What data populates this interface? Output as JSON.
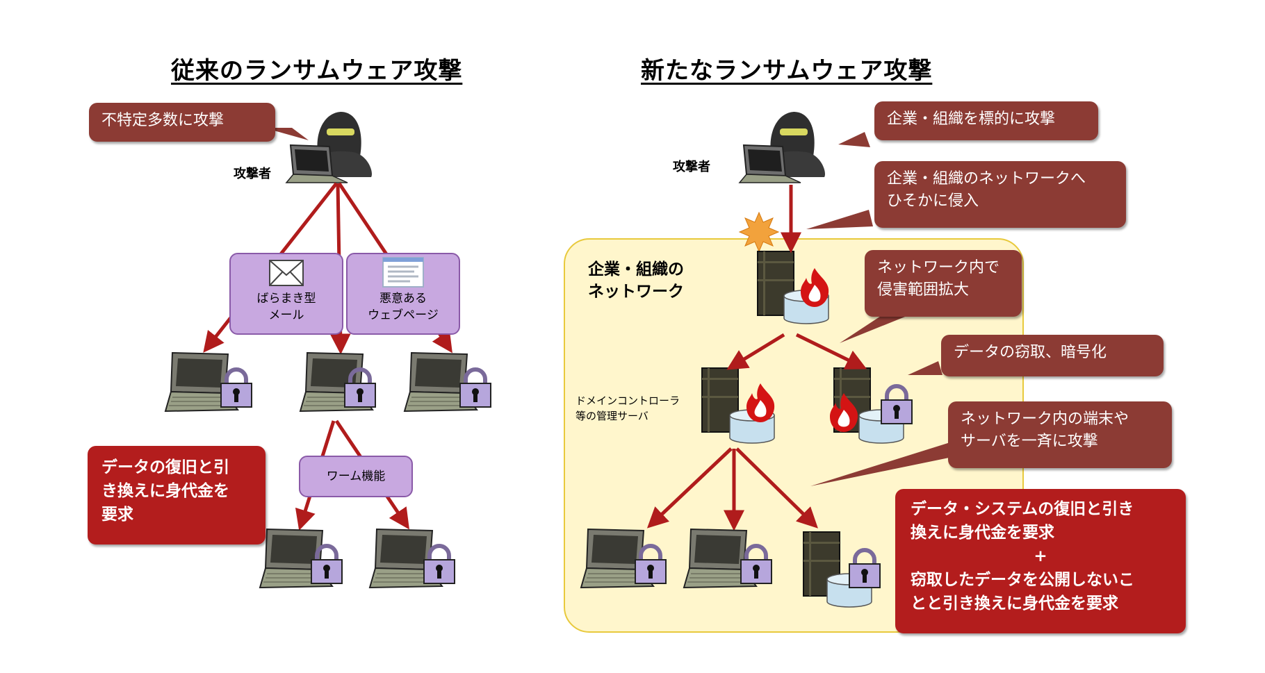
{
  "left": {
    "title": "従来のランサムウェア攻撃",
    "callout_top": "不特定多数に攻撃",
    "attacker_label": "攻撃者",
    "box_mail": [
      "ばらまき型",
      "メール"
    ],
    "box_web": [
      "悪意ある",
      "ウェブページ"
    ],
    "box_worm": "ワーム機能",
    "callout_bottom": [
      "データの復旧と引",
      "き換えに身代金を",
      "要求"
    ]
  },
  "right": {
    "title": "新たなランサムウェア攻撃",
    "attacker_label": "攻撃者",
    "callout_target": "企業・組織を標的に攻撃",
    "callout_intrude": [
      "企業・組織のネットワークへ",
      "ひそかに侵入"
    ],
    "network_label": [
      "企業・組織の",
      "ネットワーク"
    ],
    "callout_expand": [
      "ネットワーク内で",
      "侵害範囲拡大"
    ],
    "callout_steal": "データの窃取、暗号化",
    "dc_label": [
      "ドメインコントローラ",
      "等の管理サーバ"
    ],
    "callout_mass": [
      "ネットワーク内の端末や",
      "サーバを一斉に攻撃"
    ],
    "callout_ransom": [
      "データ・システムの復旧と引き",
      "換えに身代金を要求",
      "+",
      "窃取したデータを公開しないこ",
      "とと引き換えに身代金を要求"
    ]
  },
  "colors": {
    "callout_dark": "#8c3b34",
    "callout_red": "#b31d1d",
    "arrow": "#b01c1c",
    "purple_box": "#c8a8e0",
    "network_bg": "#fff6cc"
  }
}
